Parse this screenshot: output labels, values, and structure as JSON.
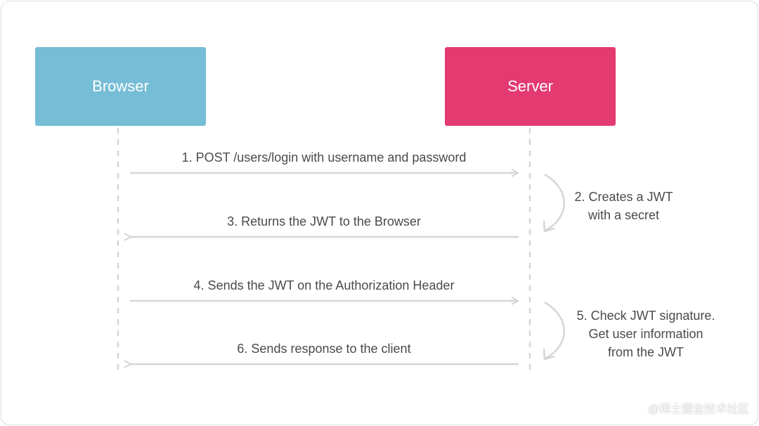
{
  "actors": {
    "browser": {
      "label": "Browser",
      "color": "#76bdd6"
    },
    "server": {
      "label": "Server",
      "color": "#e33a71"
    }
  },
  "messages": [
    {
      "label": "1. POST /users/login with username and password",
      "direction": "to-server"
    },
    {
      "label": "3. Returns the JWT to the Browser",
      "direction": "to-browser"
    },
    {
      "label": "4. Sends the JWT on the Authorization Header",
      "direction": "to-server"
    },
    {
      "label": "6. Sends response to the client",
      "direction": "to-browser"
    }
  ],
  "server_notes": [
    {
      "lines": [
        "2. Creates a JWT",
        "with a secret"
      ]
    },
    {
      "lines": [
        "5. Check JWT signature.",
        "Get user information",
        "from the JWT"
      ]
    }
  ],
  "watermark": "@稀土掘金技术社区",
  "colors": {
    "line": "#d6d6d6",
    "text": "#4a4a4a"
  }
}
